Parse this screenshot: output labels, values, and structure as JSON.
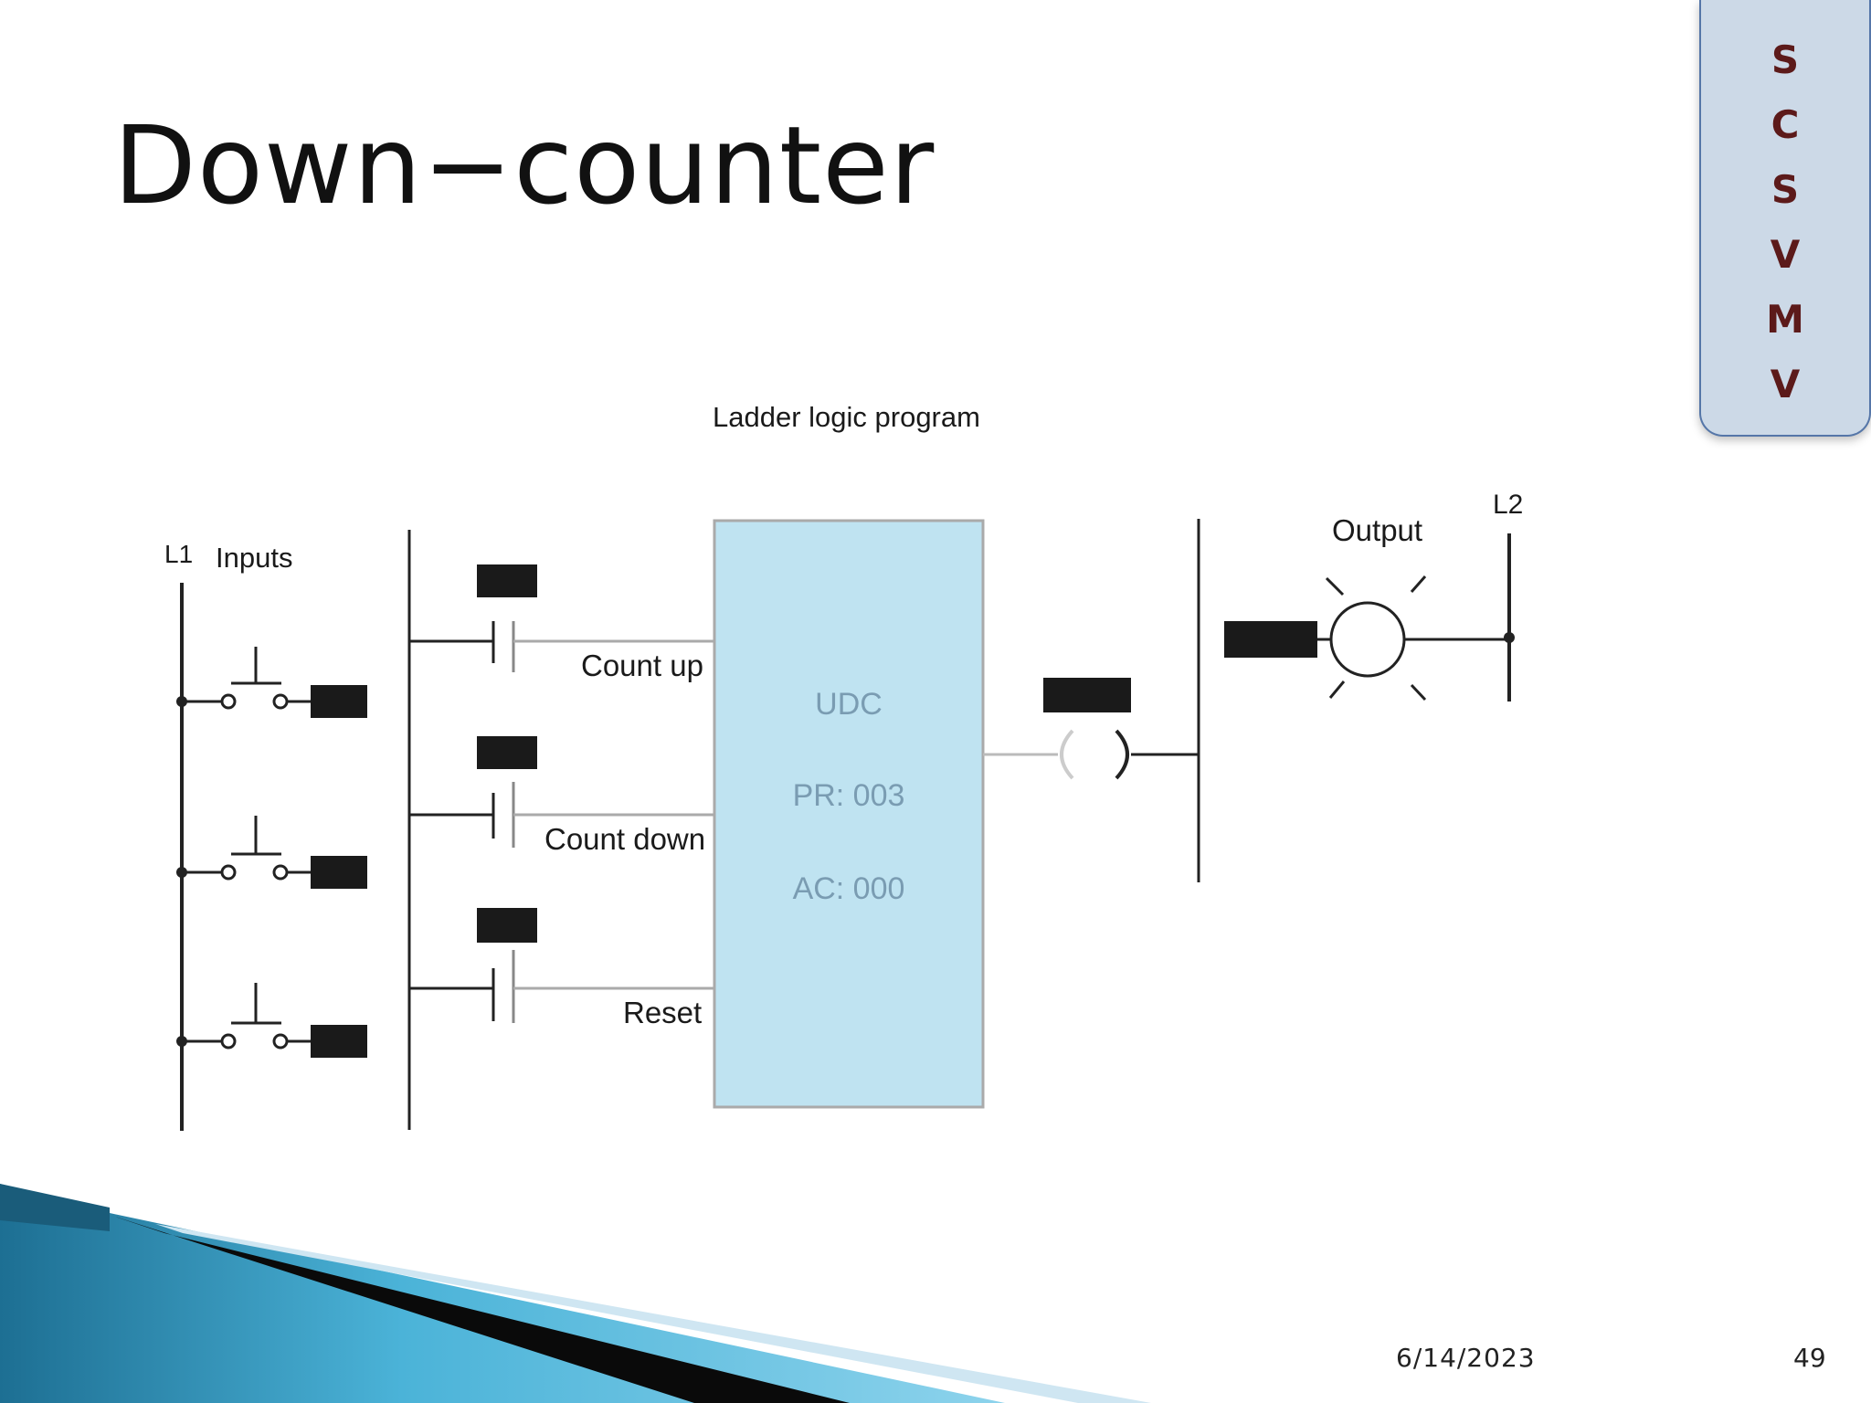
{
  "slide": {
    "title": "Down−counter",
    "date": "6/14/2023",
    "page_number": "49"
  },
  "logo": {
    "letters": [
      "S",
      "C",
      "S",
      "V",
      "M",
      "V"
    ],
    "text_color": "#5c1a1a",
    "box_color": "#ccd9e7"
  },
  "diagram": {
    "program_title": "Ladder logic program",
    "left_rail_label": "L1",
    "inputs_label": "Inputs",
    "right_rail_label": "L2",
    "output_label": "Output",
    "block": {
      "name": "UDC",
      "preset": "PR: 003",
      "accum": "AC: 000",
      "fill": "#bfe3f1"
    },
    "rungs": [
      {
        "label": "Count up"
      },
      {
        "label": "Count down"
      },
      {
        "label": "Reset"
      }
    ]
  }
}
